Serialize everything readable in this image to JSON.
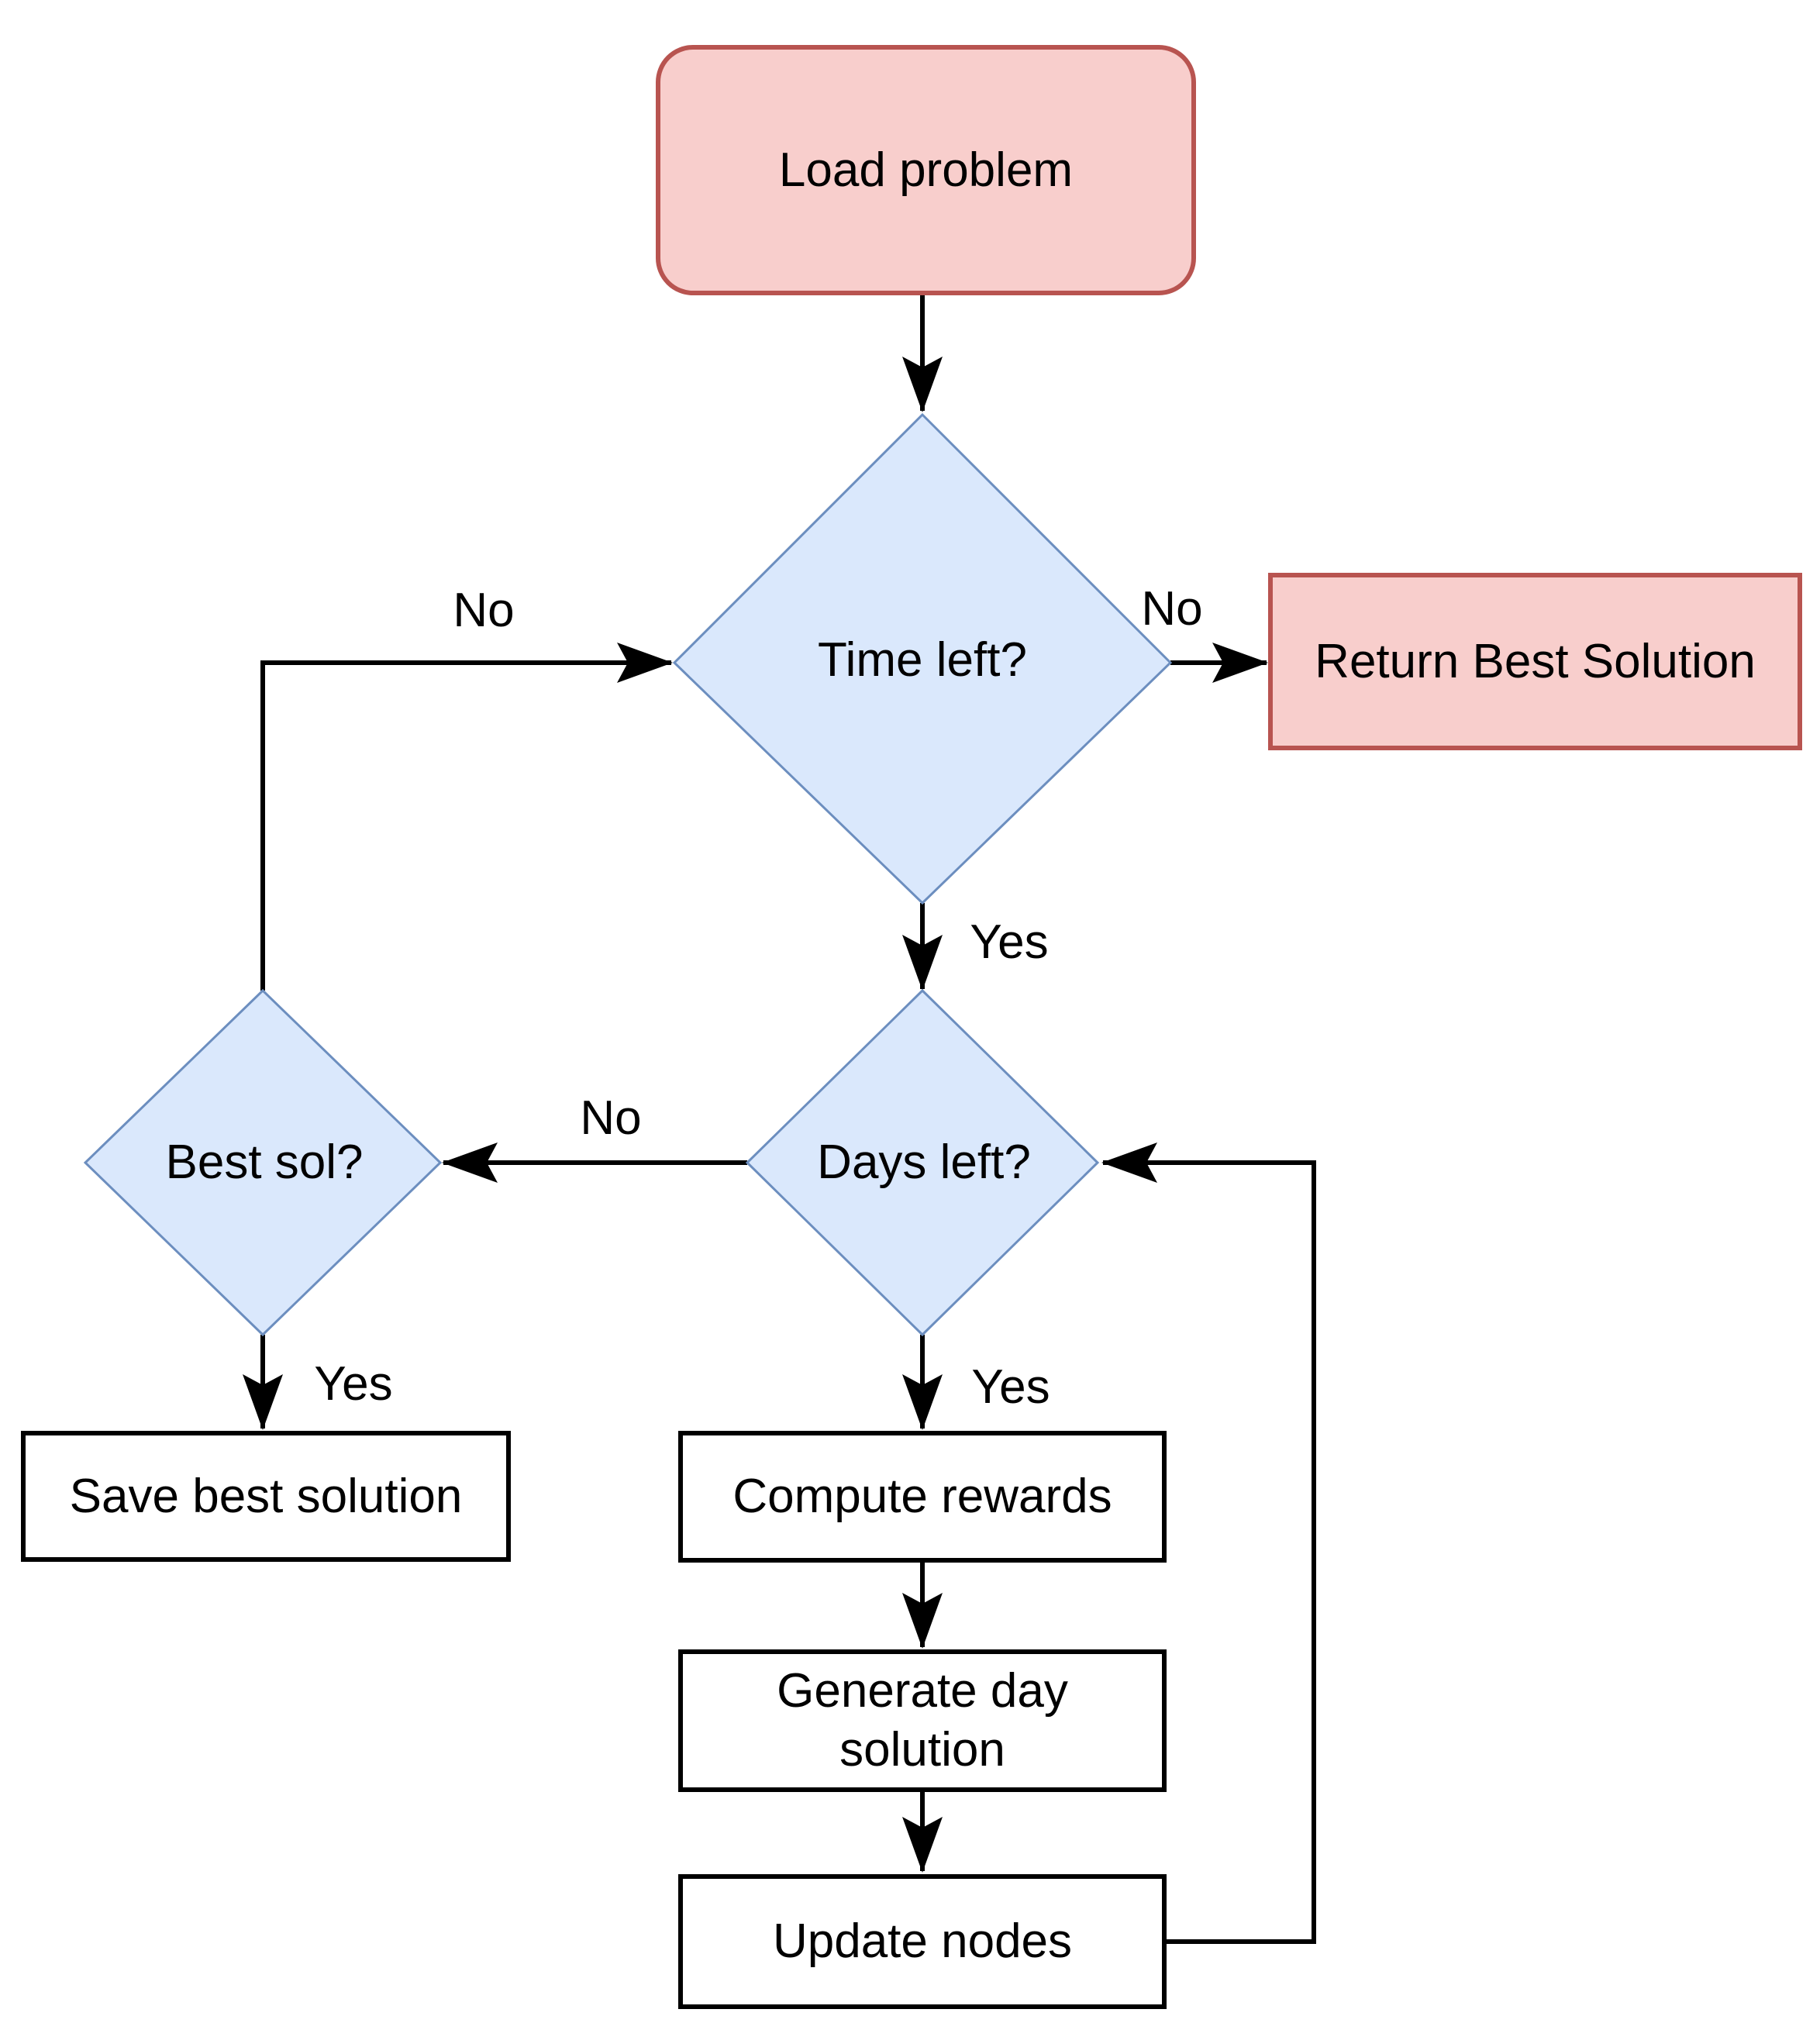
{
  "diagram": {
    "type": "flowchart",
    "background": "#ffffff",
    "colors": {
      "terminal_fill": "#f8cecc",
      "terminal_stroke": "#b85450",
      "decision_fill": "#dae8fc",
      "decision_stroke": "#6c8ebf",
      "process_fill": "#ffffff",
      "process_stroke": "#000000",
      "line": "#000000",
      "text": "#000000"
    },
    "nodes": {
      "load_problem": {
        "label": "Load problem",
        "shape": "rounded-rect",
        "fill": "#f8cecc",
        "stroke": "#b85450"
      },
      "time_left": {
        "label": "Time left?",
        "shape": "diamond",
        "fill": "#dae8fc",
        "stroke": "#6c8ebf"
      },
      "return_best_solution": {
        "label": "Return Best Solution",
        "shape": "rect",
        "fill": "#f8cecc",
        "stroke": "#b85450"
      },
      "days_left": {
        "label": "Days left?",
        "shape": "diamond",
        "fill": "#dae8fc",
        "stroke": "#6c8ebf"
      },
      "best_sol": {
        "label": "Best sol?",
        "shape": "diamond",
        "fill": "#dae8fc",
        "stroke": "#6c8ebf"
      },
      "save_best_solution": {
        "label": "Save best solution",
        "shape": "rect",
        "fill": "#ffffff",
        "stroke": "#000000"
      },
      "compute_rewards": {
        "label": "Compute rewards",
        "shape": "rect",
        "fill": "#ffffff",
        "stroke": "#000000"
      },
      "generate_day_solution": {
        "label": "Generate day solution",
        "shape": "rect",
        "fill": "#ffffff",
        "stroke": "#000000"
      },
      "update_nodes": {
        "label": "Update nodes",
        "shape": "rect",
        "fill": "#ffffff",
        "stroke": "#000000"
      }
    },
    "edges": {
      "load_to_time": {
        "from": "load_problem",
        "to": "time_left",
        "label": ""
      },
      "time_left_no": {
        "from": "time_left",
        "to": "return_best_solution",
        "label": "No"
      },
      "time_left_yes": {
        "from": "time_left",
        "to": "days_left",
        "label": "Yes"
      },
      "days_left_no": {
        "from": "days_left",
        "to": "best_sol",
        "label": "No"
      },
      "days_left_yes": {
        "from": "days_left",
        "to": "compute_rewards",
        "label": "Yes"
      },
      "best_sol_no": {
        "from": "best_sol",
        "to": "time_left",
        "label": "No"
      },
      "best_sol_yes": {
        "from": "best_sol",
        "to": "save_best_solution",
        "label": "Yes"
      },
      "compute_to_generate": {
        "from": "compute_rewards",
        "to": "generate_day_solution",
        "label": ""
      },
      "generate_to_update": {
        "from": "generate_day_solution",
        "to": "update_nodes",
        "label": ""
      },
      "update_to_days_left": {
        "from": "update_nodes",
        "to": "days_left",
        "label": ""
      }
    }
  }
}
